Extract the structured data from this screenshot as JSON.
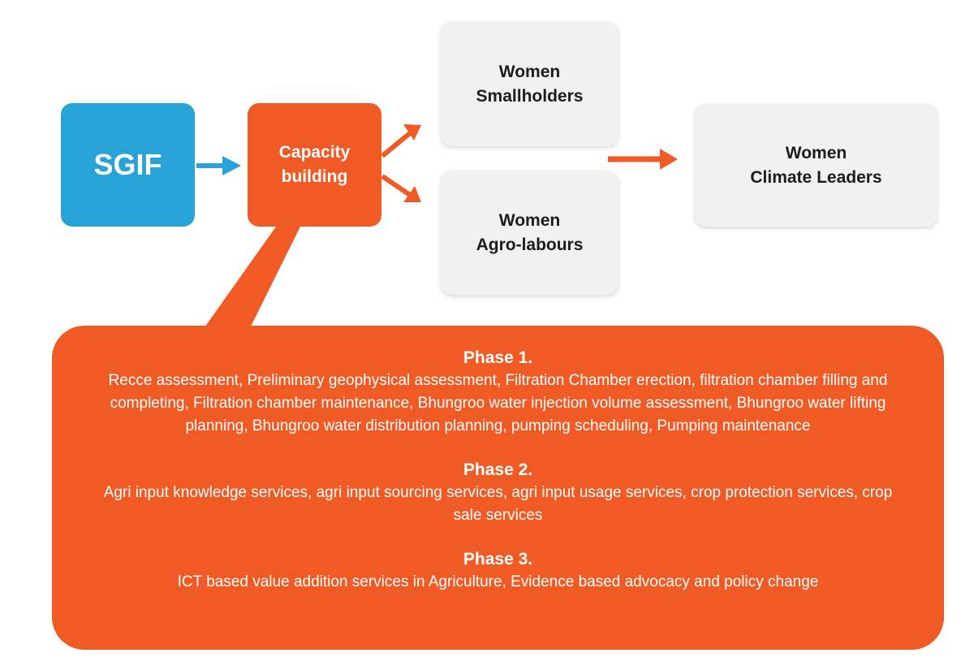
{
  "colors": {
    "blue": "#27a3d7",
    "orange": "#f05a24",
    "gray_box": "#f1f1f1",
    "text_dark": "#1c1c1c"
  },
  "nodes": {
    "sgif": "SGIF",
    "capacity": {
      "line1": "Capacity",
      "line2": "building"
    },
    "smallholders": {
      "line1": "Women",
      "line2": "Smallholders"
    },
    "agro": {
      "line1": "Women",
      "line2": "Agro-labours"
    },
    "leaders": {
      "line1": "Women",
      "line2": "Climate Leaders"
    }
  },
  "phases": [
    {
      "title": "Phase 1.",
      "text": "Recce assessment, Preliminary geophysical assessment, Filtration Chamber erection, filtration chamber filling and completing, Filtration chamber maintenance, Bhungroo water injection volume assessment, Bhungroo water lifting planning, Bhungroo water distribution planning, pumping scheduling, Pumping maintenance"
    },
    {
      "title": "Phase 2.",
      "text": "Agri input knowledge services, agri input sourcing services, agri input usage services, crop protection services, crop sale services"
    },
    {
      "title": "Phase 3.",
      "text": "ICT based value addition services in Agriculture, Evidence based advocacy and policy change"
    }
  ]
}
